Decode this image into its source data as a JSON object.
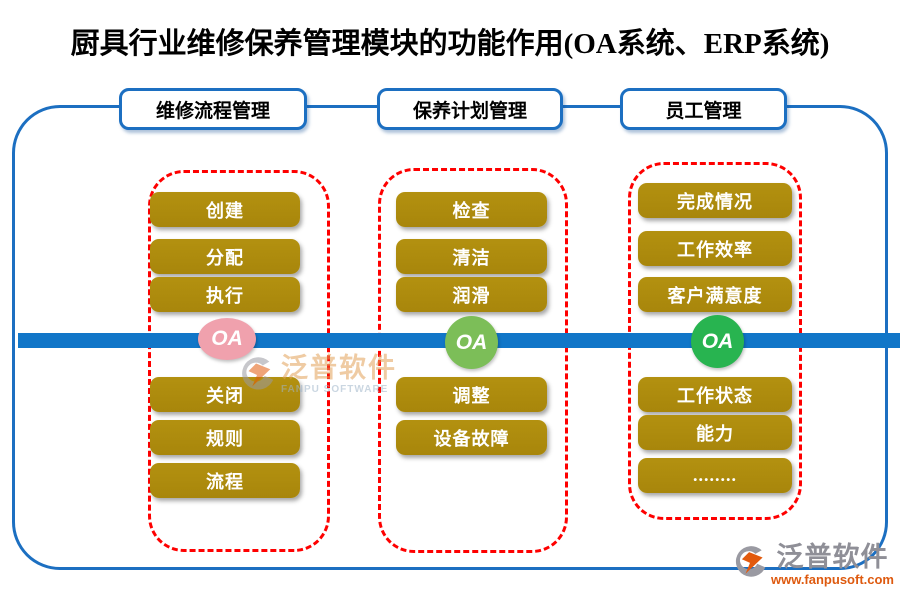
{
  "title": "厨具行业维修保养管理模块的功能作用(OA系统、ERP系统)",
  "columns": [
    {
      "header": "维修流程管理",
      "top_items": [
        "创建",
        "分配",
        "执行"
      ],
      "oa_label": "OA",
      "oa_color": "#f0a1ad",
      "bottom_items": [
        "关闭",
        "规则",
        "流程"
      ]
    },
    {
      "header": "保养计划管理",
      "top_items": [
        "检查",
        "清洁",
        "润滑"
      ],
      "oa_label": "OA",
      "oa_color": "#7cbe58",
      "bottom_items": [
        "调整",
        "设备故障"
      ]
    },
    {
      "header": "员工管理",
      "top_items": [
        "完成情况",
        "工作效率",
        "客户满意度"
      ],
      "oa_label": "OA",
      "oa_color": "#28b450",
      "bottom_items": [
        "工作状态",
        "能力",
        "........"
      ]
    }
  ],
  "watermark": {
    "brand": "泛普软件",
    "brand_en": "FANPU SOFTWARE"
  },
  "footer_logo": {
    "brand": "泛普软件",
    "url_text": "www.fanpusoft.com"
  },
  "colors": {
    "button_gold": "#a8860b",
    "bar_blue": "#1176c8",
    "border_blue": "#1c6fc1",
    "dashed_red": "#fe0000",
    "oa_pink": "#f0a1ad",
    "oa_green_light": "#7cbe58",
    "oa_green": "#28b450"
  }
}
